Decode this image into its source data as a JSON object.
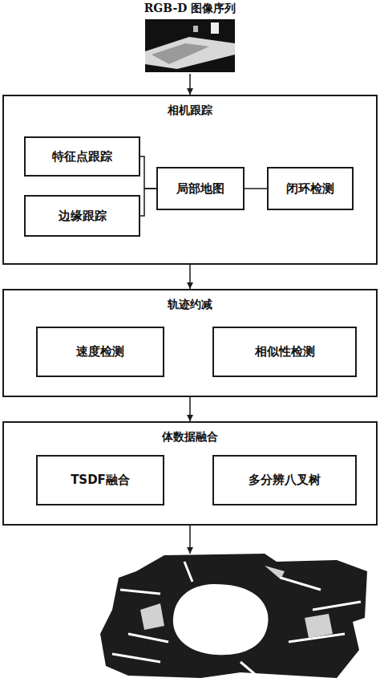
{
  "diagram": {
    "nodes": [
      {
        "text": [
          "RGB-D 图像序列"
        ]
      },
      {
        "text": [
          "相机跟踪"
        ]
      },
      {
        "text": [
          "特征点跟踪"
        ],
        "in": 1
      },
      {
        "text": [
          "边缘跟踪"
        ],
        "in": 1
      },
      {
        "text": [
          "局部地图"
        ],
        "in": 1
      },
      {
        "text": [
          "闭环检测"
        ],
        "in": 1
      },
      {
        "text": [
          "轨迹约减"
        ]
      },
      {
        "text": [
          "速度检测"
        ],
        "in": 6
      },
      {
        "text": [
          "相似性检测"
        ],
        "in": 6
      },
      {
        "text": [
          "体数据融合"
        ]
      },
      {
        "text": [
          "TSDF融合"
        ],
        "in": 9
      },
      {
        "text": [
          "多分辨八叉树"
        ],
        "in": 9
      }
    ],
    "edges": [
      {
        "from": 0,
        "to": 1,
        "arrow": "to"
      },
      {
        "from": 2,
        "to": 4,
        "arrow": "none"
      },
      {
        "from": 3,
        "to": 4,
        "arrow": "none"
      },
      {
        "from": 4,
        "to": 5,
        "arrow": "none"
      },
      {
        "from": 1,
        "to": 6,
        "arrow": "to"
      },
      {
        "from": 6,
        "to": 9,
        "arrow": "to"
      }
    ]
  }
}
